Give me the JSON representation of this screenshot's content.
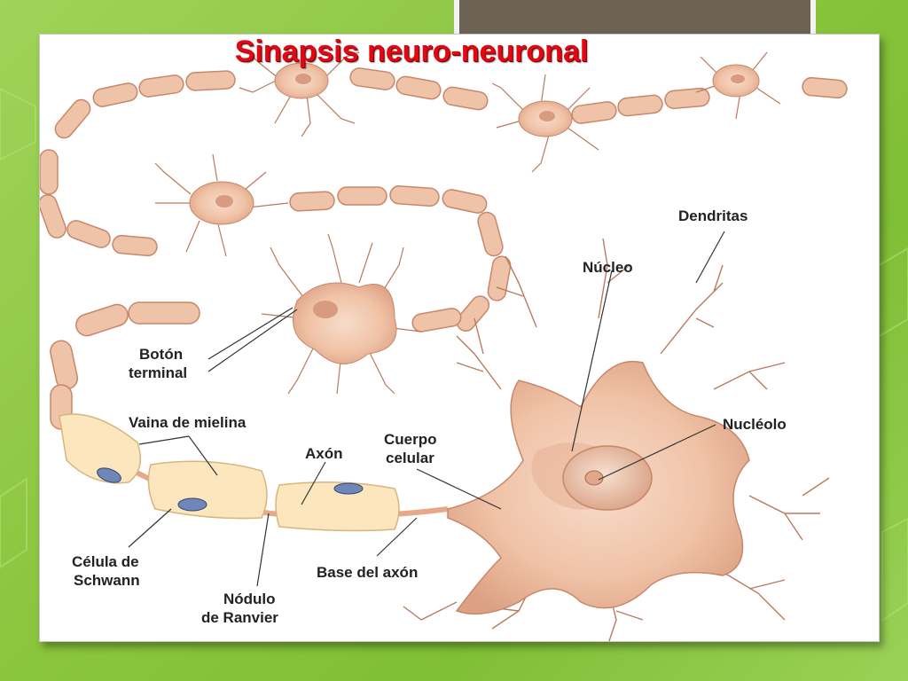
{
  "slide": {
    "title": "Sinapsis neuro-neuronal"
  },
  "labels": {
    "dendritas": "Dendritas",
    "nucleo": "Núcleo",
    "nucleolo": "Nucléolo",
    "boton_line1": "Botón",
    "boton_line2": "terminal",
    "vaina": "Vaina de mielina",
    "axon": "Axón",
    "cuerpo_line1": "Cuerpo",
    "cuerpo_line2": "celular",
    "celula_line1": "Célula de",
    "celula_line2": "Schwann",
    "base": "Base del axón",
    "nodulo_line1": "Nódulo",
    "nodulo_line2": "de Ranvier"
  },
  "colors": {
    "background_green": "#8cc63f",
    "title_red": "#e30613",
    "neuron_body": "#f2c7ad",
    "neuron_dark": "#d9977a",
    "myelin": "#fbe6bd",
    "schwann_nucleus": "#6f86b8"
  }
}
